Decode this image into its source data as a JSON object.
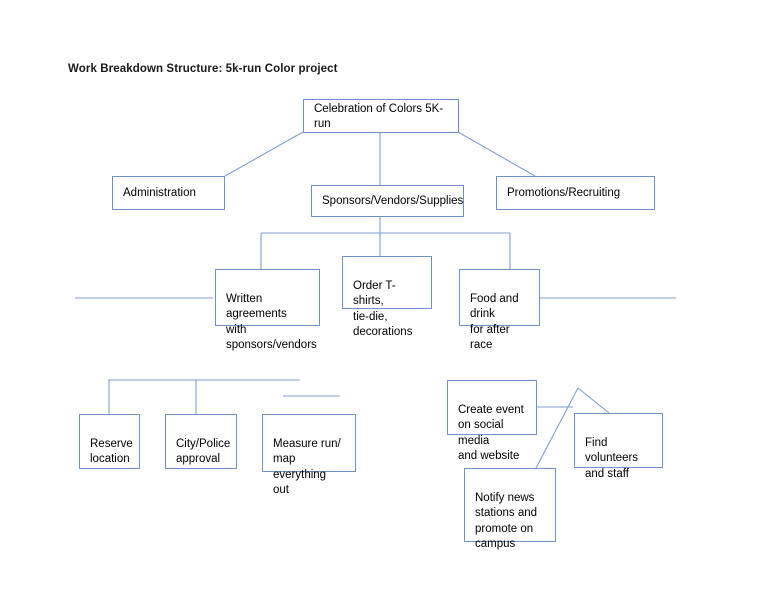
{
  "diagram": {
    "title": "Work Breakdown Structure: 5k-run Color project",
    "type": "work-breakdown-structure",
    "colors": {
      "node_border": "#6f92c4",
      "connector": "#7f9fd0",
      "node_fill": "#ffffff",
      "text": "#000000",
      "background": "#ffffff"
    },
    "nodes": {
      "root": "Celebration of Colors 5K-run",
      "administration": "Administration",
      "sponsors": "Sponsors/Vendors/Supplies",
      "promotions": "Promotions/Recruiting",
      "written_agreements": "Written agreements\nwith\nsponsors/vendors",
      "order_tshirts": "Order T-shirts,\ntie-die,\ndecorations",
      "food_drink": "Food and drink\nfor after race",
      "reserve_location": "Reserve\nlocation",
      "city_police": "City/Police\napproval",
      "measure_run": "Measure run/\nmap everything\nout",
      "create_event": "Create event\non social media\nand website",
      "find_volunteers": "Find volunteers\nand staff",
      "notify_news": "Notify news\nstations and\npromote on\ncampus"
    }
  }
}
